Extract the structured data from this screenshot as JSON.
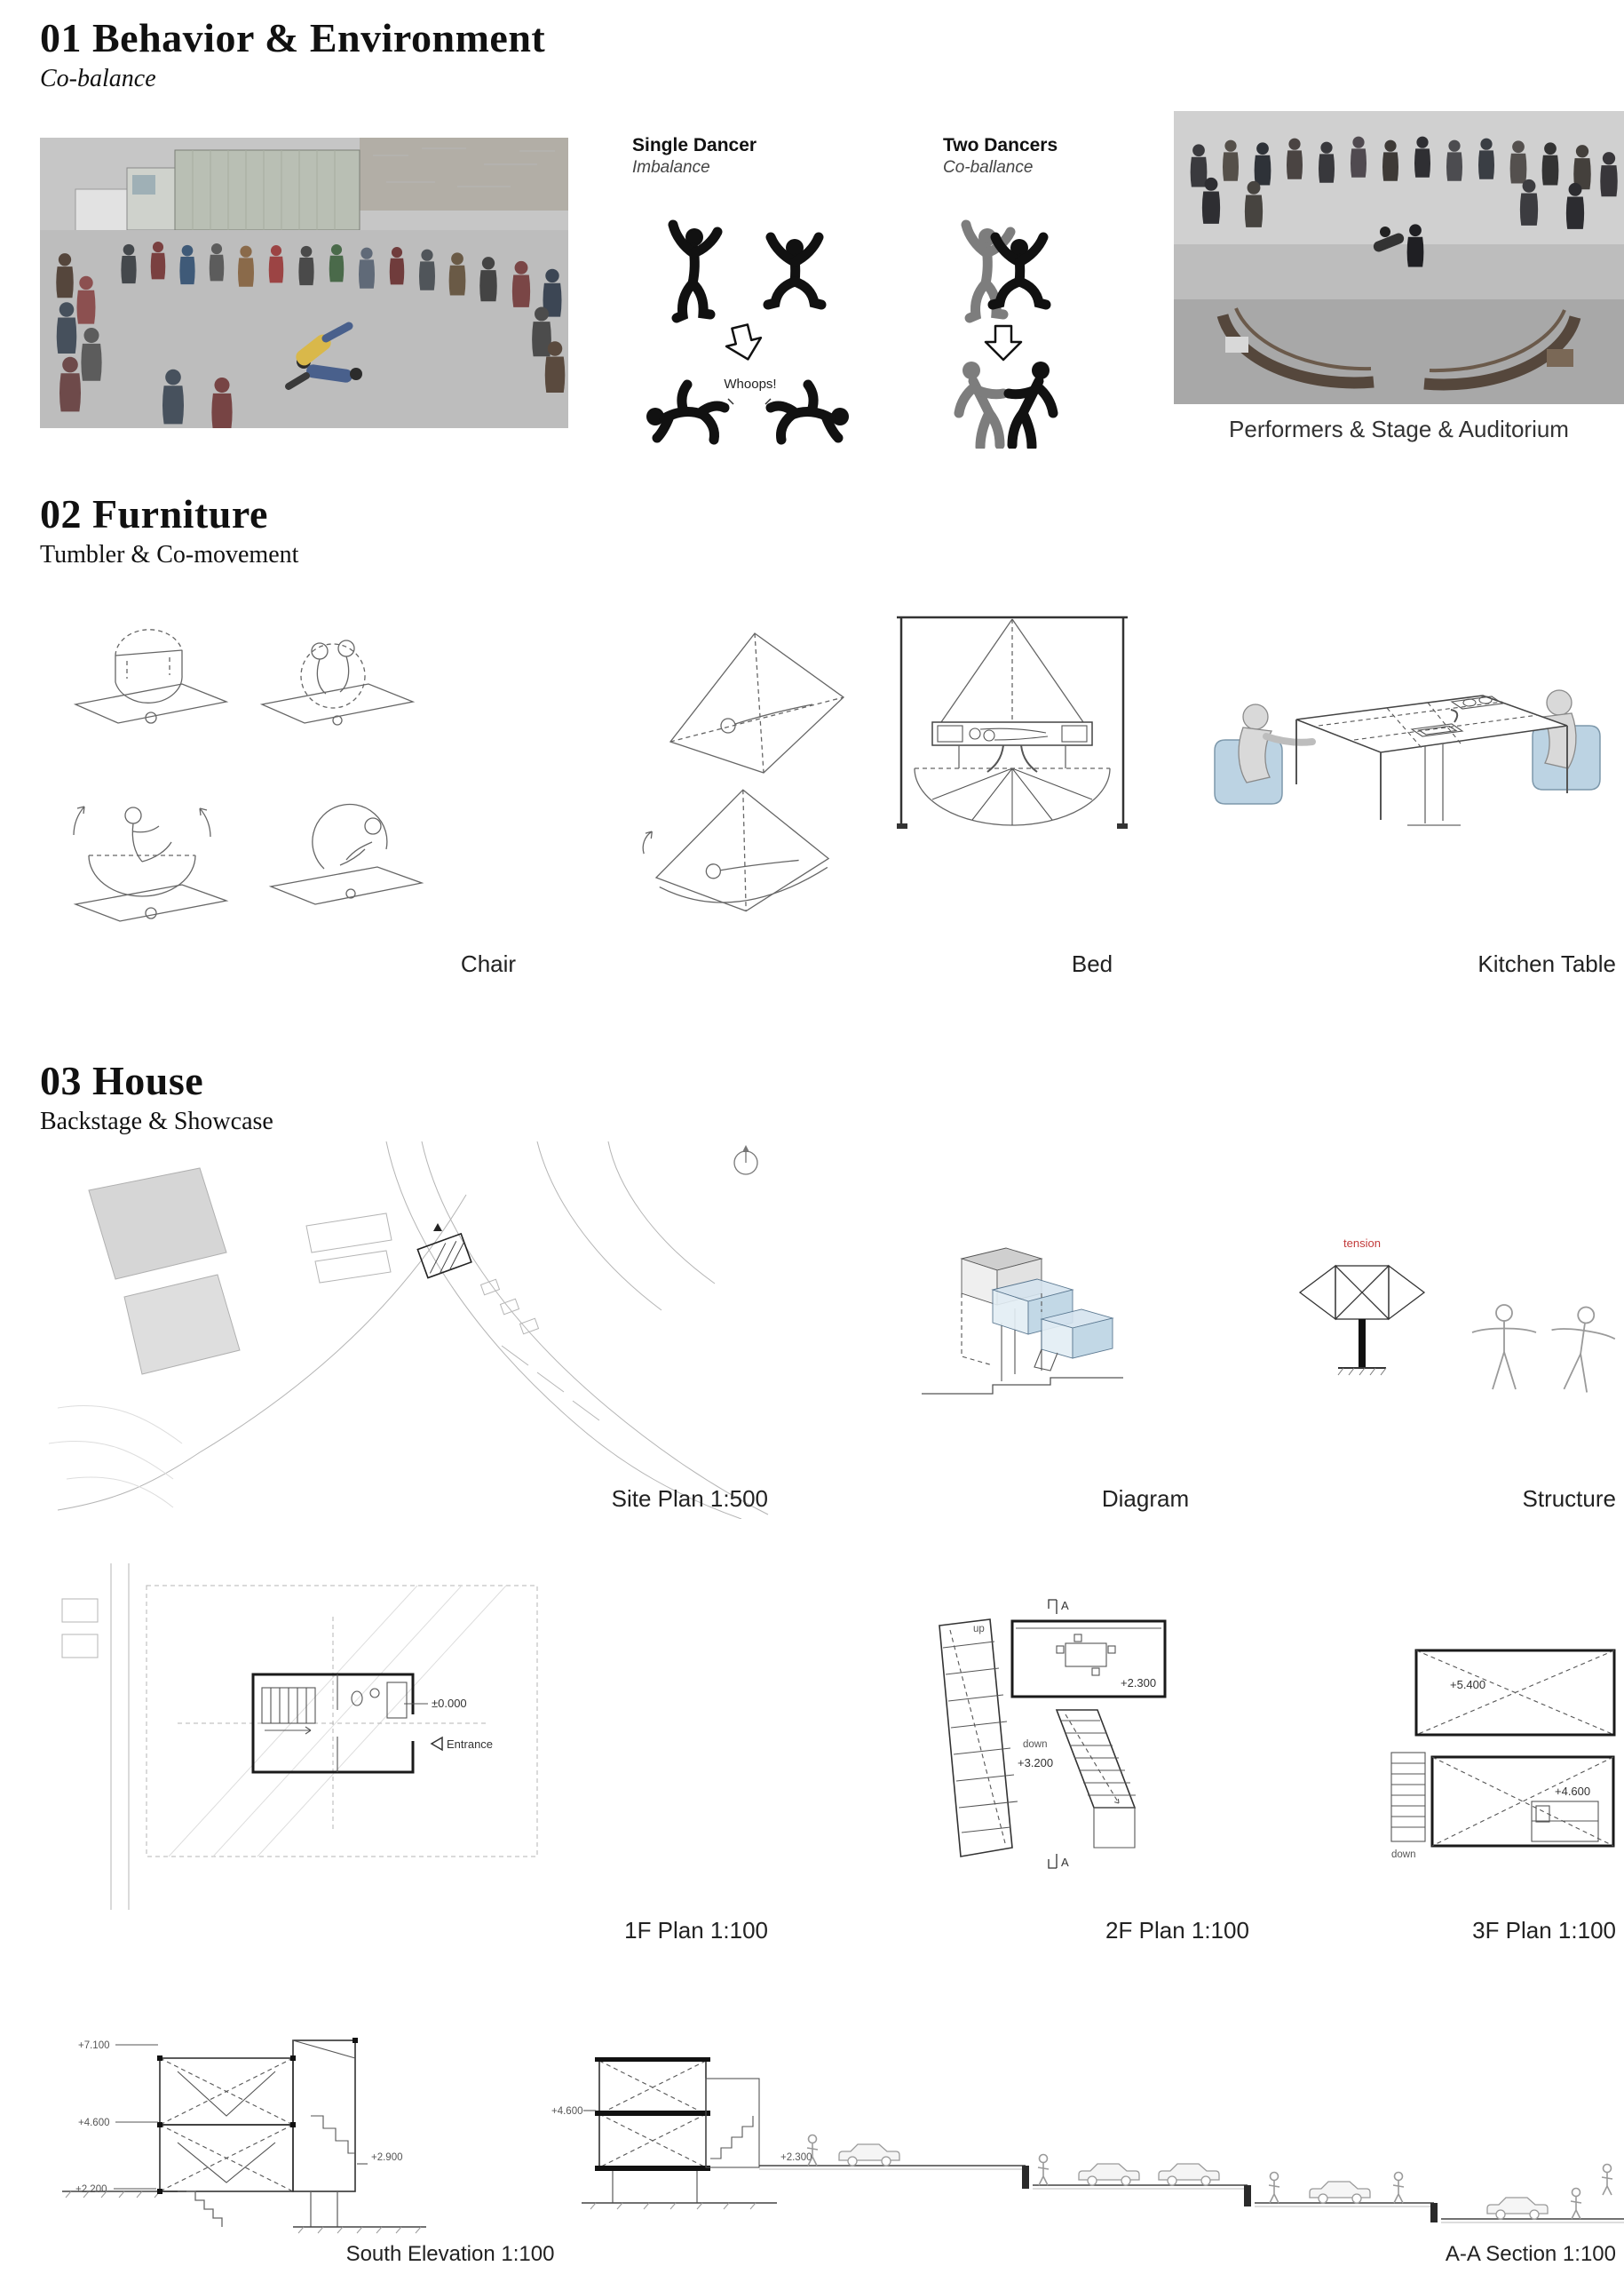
{
  "colors": {
    "accent_blue": "#bcd3e3",
    "tension_red": "#c23b3b",
    "ink": "#1a1a1a"
  },
  "section1": {
    "title": "01 Behavior & Environment",
    "subtitle": "Co-balance",
    "single_dancer_title": "Single Dancer",
    "single_dancer_subtitle": "Imbalance",
    "two_dancers_title": "Two Dancers",
    "two_dancers_subtitle": "Co-ballance",
    "whoops": "Whoops!",
    "stage_caption": "Performers & Stage & Auditorium"
  },
  "section2": {
    "title": "02 Furniture",
    "subtitle": "Tumbler & Co-movement",
    "caption_chair": "Chair",
    "caption_bed": "Bed",
    "caption_kitchen_table": "Kitchen Table"
  },
  "section3": {
    "title": "03 House",
    "subtitle": "Backstage & Showcase",
    "caption_site_plan": "Site Plan 1:500",
    "caption_diagram": "Diagram",
    "caption_structure": "Structure",
    "caption_1f": "1F Plan 1:100",
    "caption_2f": "2F Plan 1:100",
    "caption_3f": "3F Plan 1:100",
    "caption_elevation": "South Elevation 1:100",
    "caption_section": "A-A Section 1:100",
    "labels": {
      "tension": "tension",
      "level_zero": "±0.000",
      "entrance": "Entrance",
      "up": "up",
      "down": "down",
      "plan2f_level_a": "+2.300",
      "plan2f_level_b": "+3.200",
      "plan3f_level_a": "+5.400",
      "plan3f_level_b": "+4.600",
      "section_mark": "A",
      "elev_mark_1": "+7.100",
      "elev_mark_2": "+4.600",
      "elev_mark_3": "+2.200",
      "elev_mark_4": "+2.900",
      "sect_mark_1": "+4.600",
      "sect_mark_2": "+2.300"
    }
  }
}
